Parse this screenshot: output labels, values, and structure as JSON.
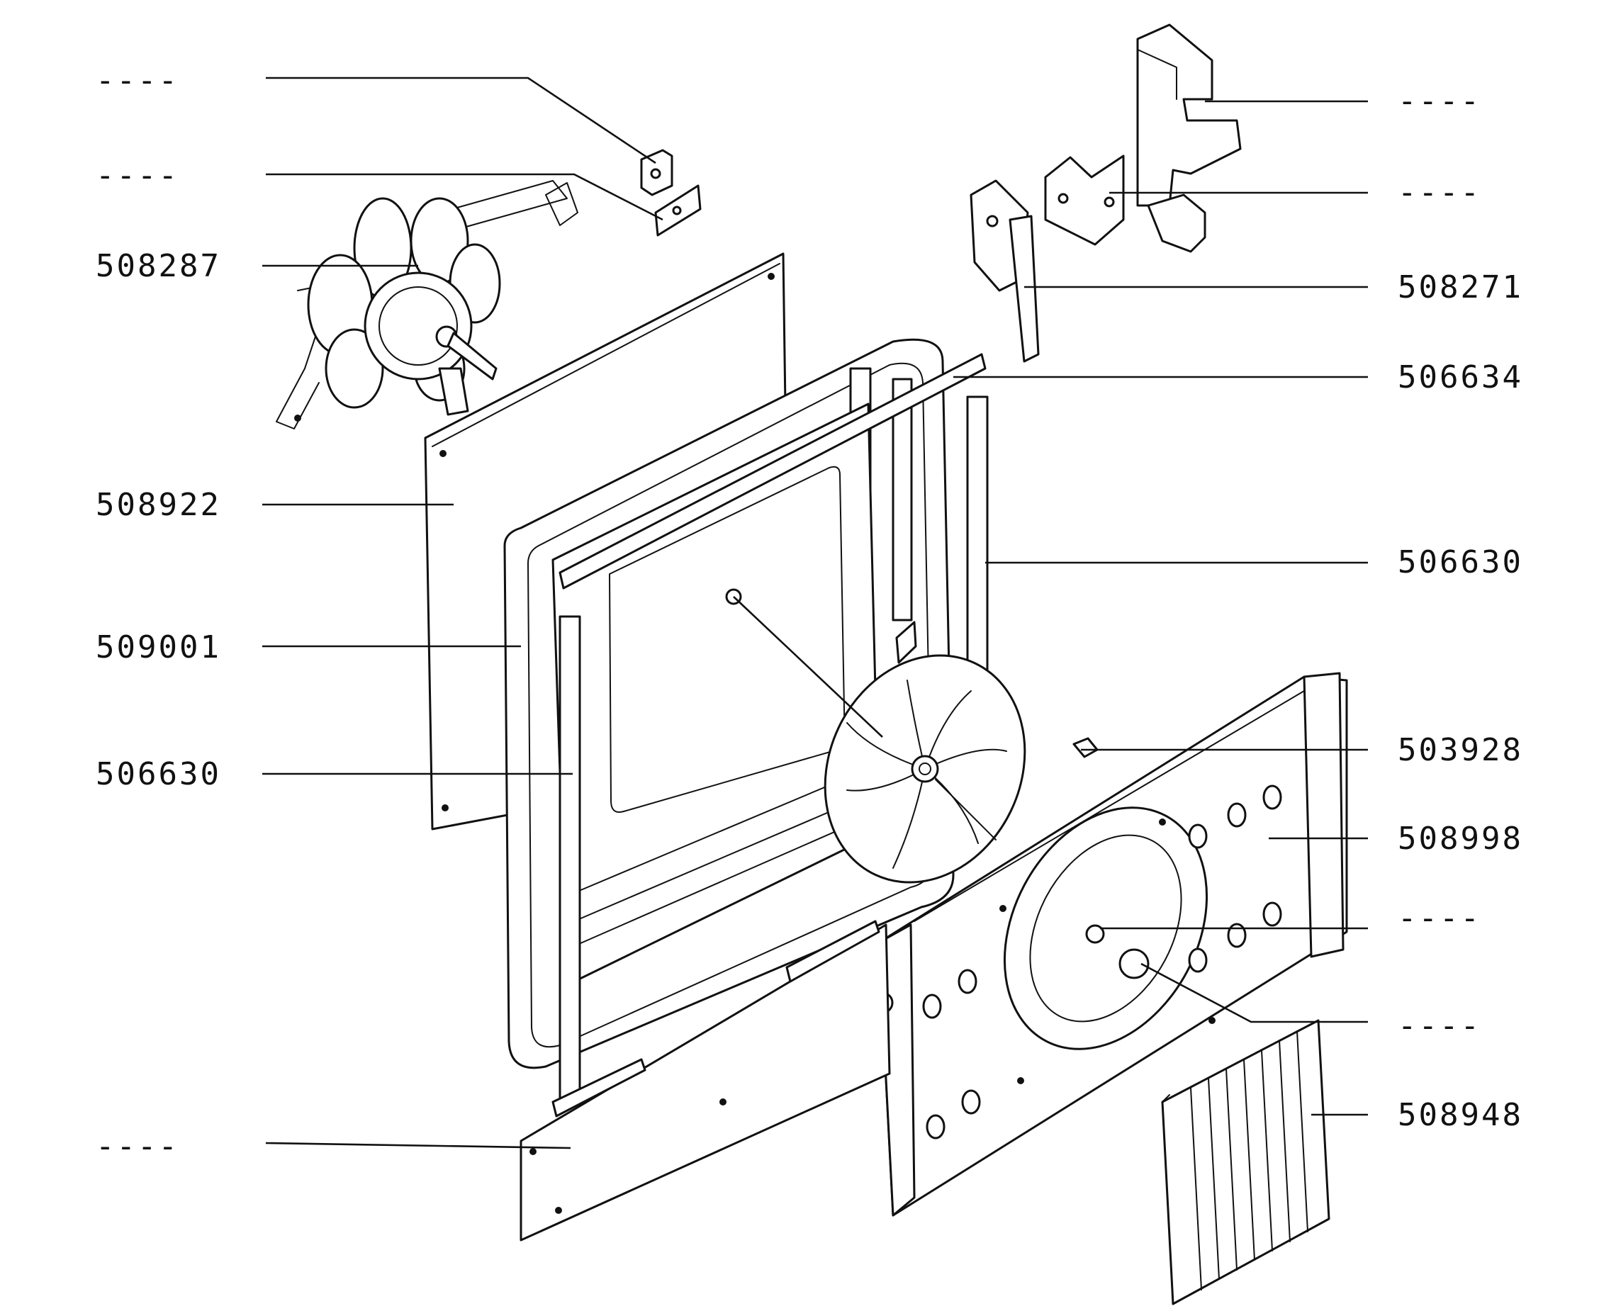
{
  "parts": [
    {
      "id": "p-top-left-1",
      "label": "----"
    },
    {
      "id": "p-top-left-2",
      "label": "----"
    },
    {
      "id": "p-fan-motor",
      "label": "508287"
    },
    {
      "id": "p-rear-panel",
      "label": "508922"
    },
    {
      "id": "p-frame",
      "label": "509001"
    },
    {
      "id": "p-seal-left",
      "label": "506630"
    },
    {
      "id": "p-bottom-left",
      "label": "----"
    },
    {
      "id": "p-top-right-1",
      "label": "----"
    },
    {
      "id": "p-top-right-2",
      "label": "----"
    },
    {
      "id": "p-switch",
      "label": "508271"
    },
    {
      "id": "p-strip-top",
      "label": "506634"
    },
    {
      "id": "p-seal-right",
      "label": "506630"
    },
    {
      "id": "p-nut",
      "label": "503928"
    },
    {
      "id": "p-back-plate",
      "label": "508998"
    },
    {
      "id": "p-right-mid",
      "label": "----"
    },
    {
      "id": "p-right-lower",
      "label": "----"
    },
    {
      "id": "p-grille",
      "label": "508948"
    }
  ]
}
